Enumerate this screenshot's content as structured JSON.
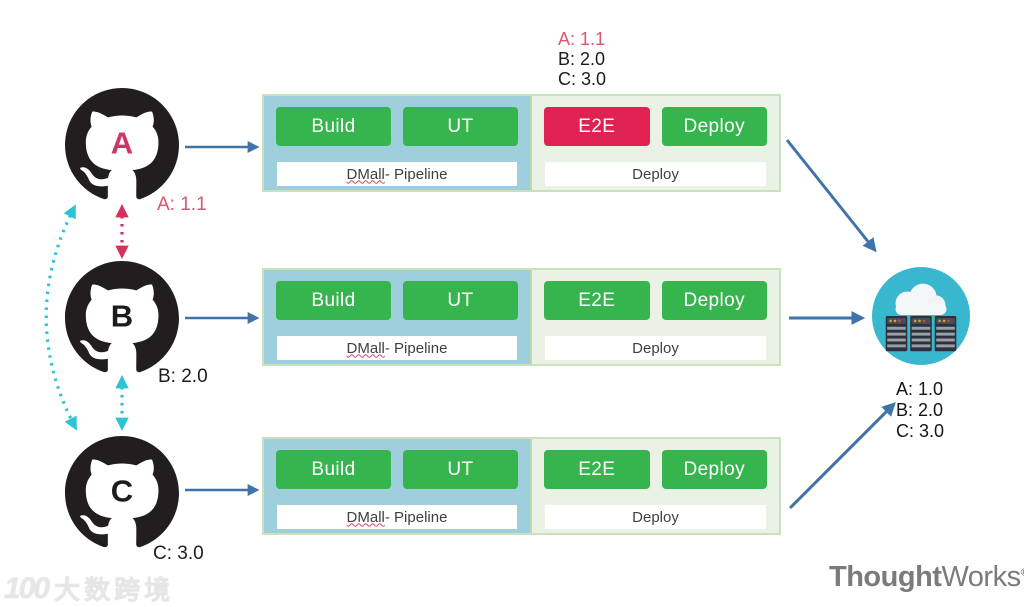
{
  "colors": {
    "arrow_blue": "#3f73a9",
    "arrow_cyan": "#2cc3d7",
    "arrow_red": "#d6315e",
    "stage_green": "#36b44e",
    "stage_red": "#e02253",
    "panel_blue": "#9fcfdd",
    "panel_green": "#e9f2e4",
    "github_black": "#221e1f",
    "server_circle": "#39b7ce"
  },
  "legend_top": {
    "lines": [
      {
        "text": "A: 1.1",
        "color": "#e0556e"
      },
      {
        "text": "B: 2.0",
        "color": "#1c1c1c"
      },
      {
        "text": "C: 3.0",
        "color": "#1c1c1c"
      }
    ]
  },
  "repos": [
    {
      "letter": "A",
      "letter_color": "#d03563",
      "version": "A: 1.1",
      "version_color": "#e0556e"
    },
    {
      "letter": "B",
      "letter_color": "#1c1c1c",
      "version": "B: 2.0",
      "version_color": "#1c1c1c"
    },
    {
      "letter": "C",
      "letter_color": "#1c1c1c",
      "version": "C: 3.0",
      "version_color": "#1c1c1c"
    }
  ],
  "pipelines": [
    {
      "stages": [
        {
          "label": "Build",
          "bg": "#36b44e"
        },
        {
          "label": "UT",
          "bg": "#36b44e"
        },
        {
          "label": "E2E",
          "bg": "#e02253"
        },
        {
          "label": "Deploy",
          "bg": "#36b44e"
        }
      ],
      "left_caption_word": "DMall",
      "left_caption_rest": " - Pipeline",
      "right_caption": "Deploy"
    },
    {
      "stages": [
        {
          "label": "Build",
          "bg": "#36b44e"
        },
        {
          "label": "UT",
          "bg": "#36b44e"
        },
        {
          "label": "E2E",
          "bg": "#36b44e"
        },
        {
          "label": "Deploy",
          "bg": "#36b44e"
        }
      ],
      "left_caption_word": "DMall",
      "left_caption_rest": " - Pipeline",
      "right_caption": "Deploy"
    },
    {
      "stages": [
        {
          "label": "Build",
          "bg": "#36b44e"
        },
        {
          "label": "UT",
          "bg": "#36b44e"
        },
        {
          "label": "E2E",
          "bg": "#36b44e"
        },
        {
          "label": "Deploy",
          "bg": "#36b44e"
        }
      ],
      "left_caption_word": "DMall",
      "left_caption_rest": " - Pipeline",
      "right_caption": "Deploy"
    }
  ],
  "server": {
    "versions": [
      "A: 1.0",
      "B: 2.0",
      "C: 3.0"
    ]
  },
  "branding": {
    "name_bold": "Thought",
    "name_regular": "Works",
    "registered": "®"
  },
  "watermark": {
    "logo": "100",
    "text": "大数跨境"
  }
}
